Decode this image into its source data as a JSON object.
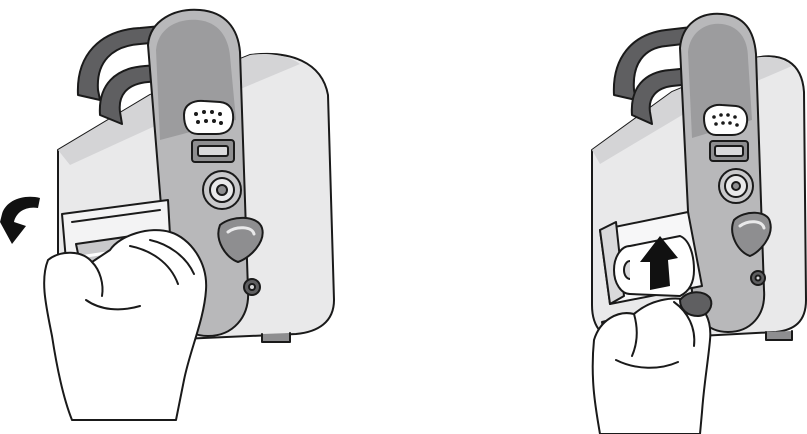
{
  "figure": {
    "panels": [
      {
        "step": "open-paper-door",
        "content": [
          "monitor-defibrillator-side-view",
          "hand-pulling-door",
          "rotate-arrow"
        ]
      },
      {
        "step": "insert-paper-roll",
        "content": [
          "monitor-defibrillator-side-view",
          "hand-inserting-paper",
          "push-up-arrow"
        ]
      }
    ],
    "colors": {
      "outline": "#1a1a1a",
      "device_light": "#e9e9ea",
      "device_mid": "#c9c9cb",
      "device_dark": "#8e8e90",
      "handle": "#5f5f61",
      "panel": "#b8b8ba",
      "skin": "#ffffff",
      "arrow": "#111111"
    }
  }
}
